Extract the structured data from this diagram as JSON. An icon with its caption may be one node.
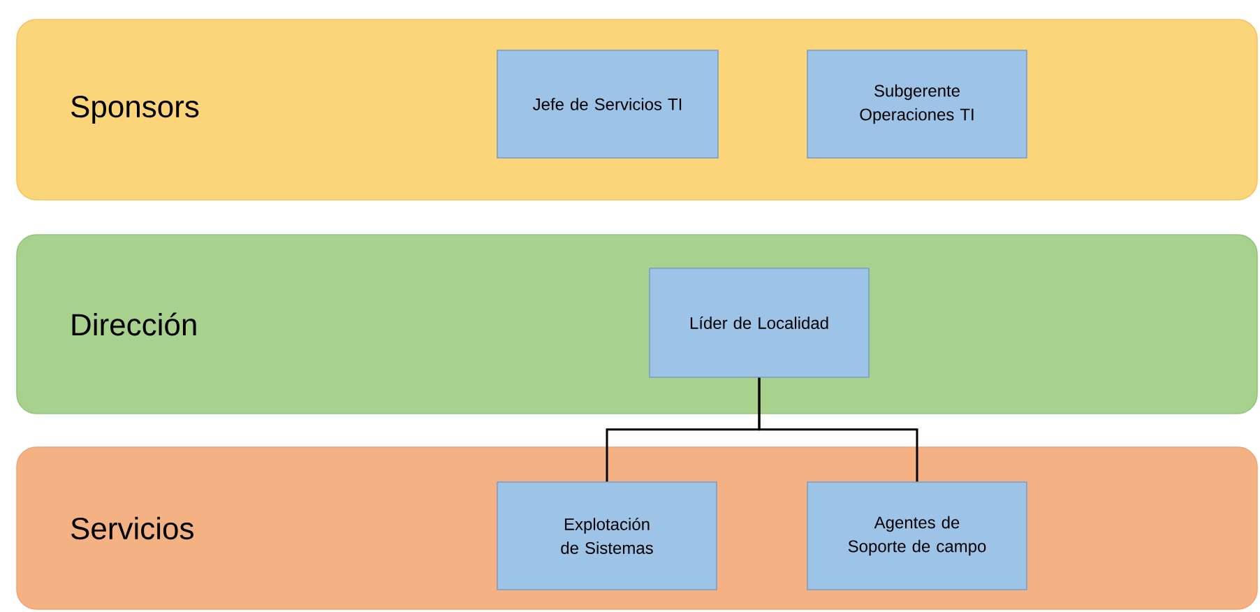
{
  "diagram": {
    "nodes": [
      {
        "text": [
          "Sponsors"
        ]
      },
      {
        "text": [
          "Jefe de Servicios TI"
        ],
        "in": 0
      },
      {
        "text": [
          "Subgerente Operaciones TI"
        ],
        "in": 0
      },
      {
        "text": [
          "Dirección"
        ]
      },
      {
        "text": [
          "Líder de Localidad"
        ],
        "in": 3
      },
      {
        "text": [
          "Servicios"
        ]
      },
      {
        "text": [
          "Explotación de Sistemas"
        ],
        "in": 5
      },
      {
        "text": [
          "Agentes de Soporte de campo"
        ],
        "in": 5
      }
    ],
    "edges": [
      {
        "from": 4,
        "to": 6,
        "arrow": "none"
      },
      {
        "from": 4,
        "to": 7,
        "arrow": "none"
      }
    ]
  }
}
